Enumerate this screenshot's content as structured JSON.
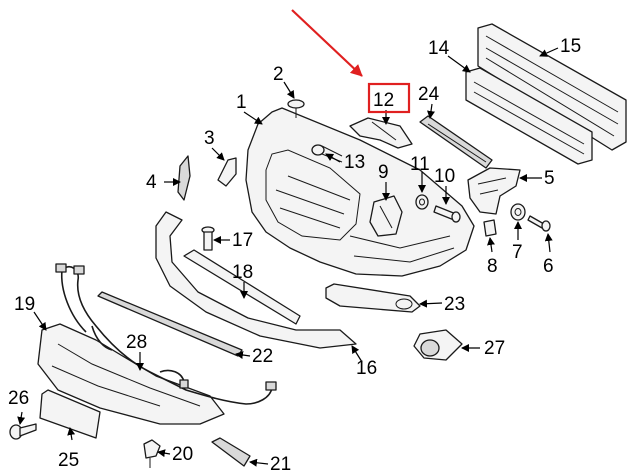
{
  "callouts": {
    "c1": "1",
    "c2": "2",
    "c3": "3",
    "c4": "4",
    "c5": "5",
    "c6": "6",
    "c7": "7",
    "c8": "8",
    "c9": "9",
    "c10": "10",
    "c11": "11",
    "c12": "12",
    "c13": "13",
    "c14": "14",
    "c15": "15",
    "c16": "16",
    "c17": "17",
    "c18": "18",
    "c19": "19",
    "c20": "20",
    "c21": "21",
    "c22": "22",
    "c23": "23",
    "c24": "24",
    "c25": "25",
    "c26": "26",
    "c27": "27",
    "c28": "28"
  },
  "highlight": {
    "part": "12",
    "color": "#e02020"
  }
}
